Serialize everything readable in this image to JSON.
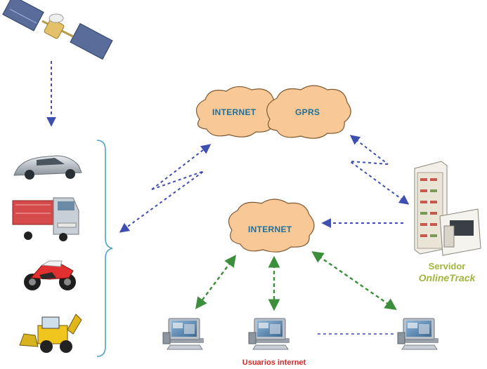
{
  "nodes": {
    "cloud_internet_top": "INTERNET",
    "cloud_gprs": "GPRS",
    "cloud_internet_mid": "INTERNET",
    "server": {
      "line1": "Servidor",
      "line2": "OnlineTrack"
    },
    "users": "Usuarios internet"
  },
  "icons": [
    "satellite-icon",
    "car-icon",
    "truck-icon",
    "motorcycle-icon",
    "backhoe-icon",
    "server-icon",
    "computer-icon"
  ],
  "colors": {
    "cloud_fill": "#f8c996",
    "cloud_label": "#1f6f9a",
    "arrow_blue": "#3f4fb0",
    "arrow_green": "#3b8f3b",
    "brace": "#4aa3c9",
    "server_caption": "#a3b63a",
    "users_caption": "#d42a2a"
  }
}
